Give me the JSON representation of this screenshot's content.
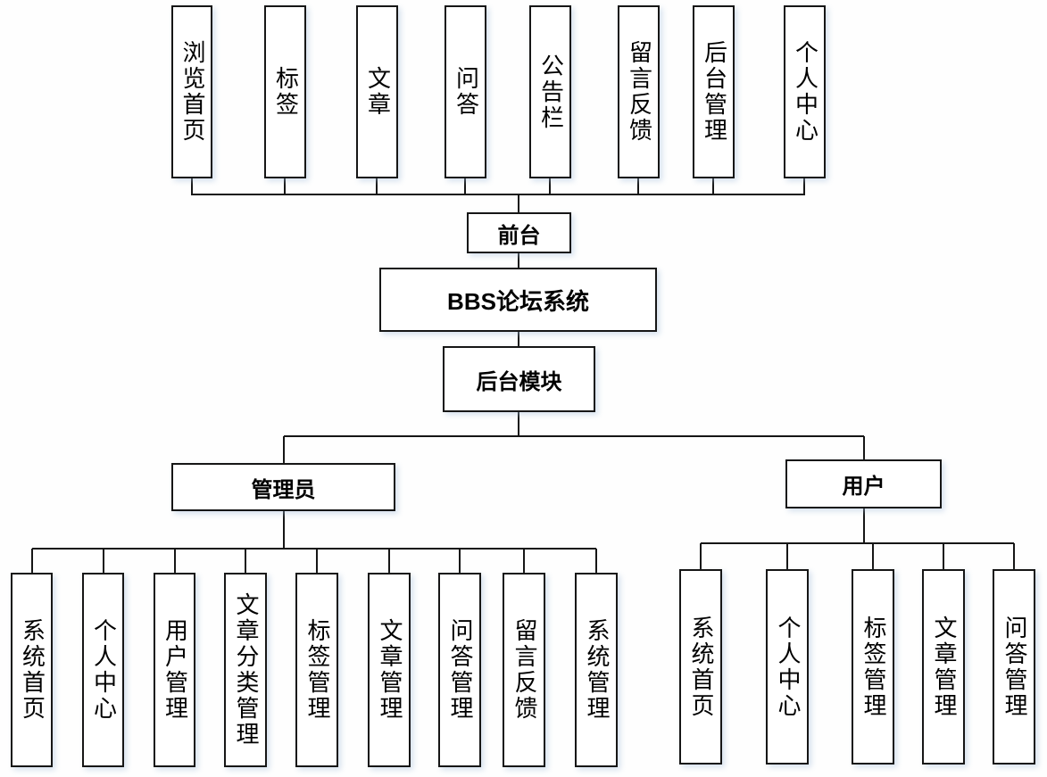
{
  "diagram": {
    "root_label": "BBS论坛系统",
    "front_label": "前台",
    "backend_label": "后台模块",
    "admin_label": "管理员",
    "user_label": "用户",
    "front_modules": [
      "浏览首页",
      "标签",
      "文章",
      "问答",
      "公告栏",
      "留言反馈",
      "后台管理",
      "个人中心"
    ],
    "admin_modules": [
      "系统首页",
      "个人中心",
      "用户管理",
      "文章分类管理",
      "标签管理",
      "文章管理",
      "问答管理",
      "留言反馈",
      "系统管理"
    ],
    "user_modules": [
      "系统首页",
      "个人中心",
      "标签管理",
      "文章管理",
      "问答管理"
    ],
    "colors": {
      "line": "#161616",
      "box_border": "#161616",
      "box_fill": "#ffffff",
      "text": "#000000",
      "shadow": "#a5bedc",
      "background": "#fefefe"
    }
  }
}
